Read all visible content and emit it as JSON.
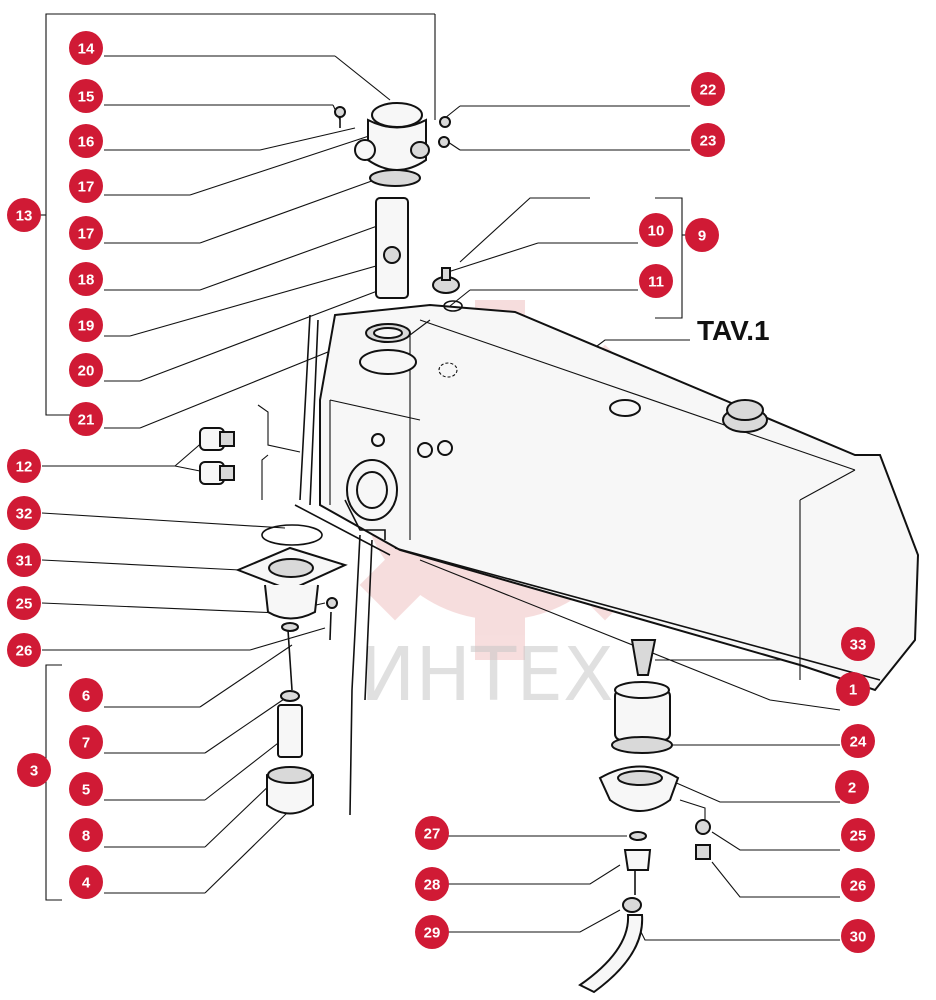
{
  "diagram_title": "TAV.1",
  "watermark_text": "ИНТЕХ",
  "accent_color": "#d01a35",
  "watermark_color": "#e8a0a0",
  "callouts": [
    {
      "id": "c14",
      "label": "14"
    },
    {
      "id": "c15",
      "label": "15"
    },
    {
      "id": "c16",
      "label": "16"
    },
    {
      "id": "c17a",
      "label": "17"
    },
    {
      "id": "c13",
      "label": "13"
    },
    {
      "id": "c17b",
      "label": "17"
    },
    {
      "id": "c18",
      "label": "18"
    },
    {
      "id": "c19",
      "label": "19"
    },
    {
      "id": "c20",
      "label": "20"
    },
    {
      "id": "c21",
      "label": "21"
    },
    {
      "id": "c12",
      "label": "12"
    },
    {
      "id": "c32",
      "label": "32"
    },
    {
      "id": "c31",
      "label": "31"
    },
    {
      "id": "c25a",
      "label": "25"
    },
    {
      "id": "c26a",
      "label": "26"
    },
    {
      "id": "c6",
      "label": "6"
    },
    {
      "id": "c7",
      "label": "7"
    },
    {
      "id": "c3",
      "label": "3"
    },
    {
      "id": "c5",
      "label": "5"
    },
    {
      "id": "c8",
      "label": "8"
    },
    {
      "id": "c4",
      "label": "4"
    },
    {
      "id": "c22",
      "label": "22"
    },
    {
      "id": "c23",
      "label": "23"
    },
    {
      "id": "c10",
      "label": "10"
    },
    {
      "id": "c9",
      "label": "9"
    },
    {
      "id": "c11",
      "label": "11"
    },
    {
      "id": "c33",
      "label": "33"
    },
    {
      "id": "c1",
      "label": "1"
    },
    {
      "id": "c24",
      "label": "24"
    },
    {
      "id": "c2",
      "label": "2"
    },
    {
      "id": "c27",
      "label": "27"
    },
    {
      "id": "c25b",
      "label": "25"
    },
    {
      "id": "c28",
      "label": "28"
    },
    {
      "id": "c26b",
      "label": "26"
    },
    {
      "id": "c29",
      "label": "29"
    },
    {
      "id": "c30",
      "label": "30"
    }
  ]
}
